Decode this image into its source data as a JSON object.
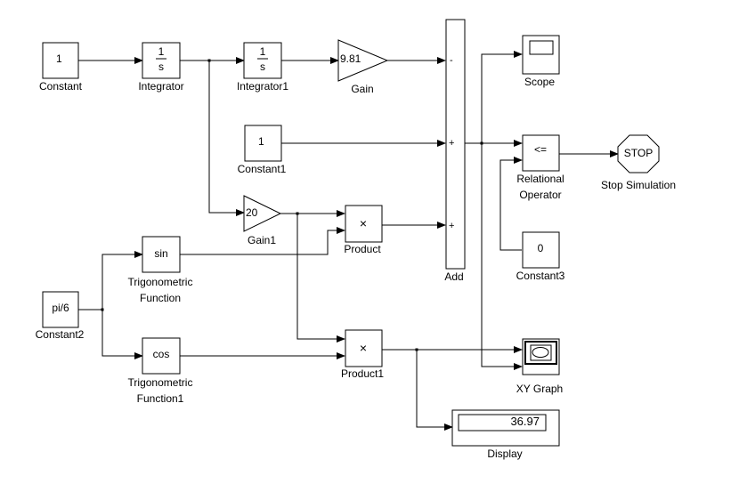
{
  "blocks": {
    "constant": {
      "label": "Constant",
      "value": "1"
    },
    "integrator": {
      "label": "Integrator",
      "num": "1",
      "den": "s"
    },
    "integrator1": {
      "label": "Integrator1",
      "num": "1",
      "den": "s"
    },
    "gain": {
      "label": "Gain",
      "value": "9.81"
    },
    "constant1": {
      "label": "Constant1",
      "value": "1"
    },
    "gain1": {
      "label": "Gain1",
      "value": "20"
    },
    "product": {
      "label": "Product",
      "symbol": "×"
    },
    "sin": {
      "label1": "Trigonometric",
      "label2": "Function",
      "value": "sin"
    },
    "constant2": {
      "label": "Constant2",
      "value": "pi/6"
    },
    "cos": {
      "label1": "Trigonometric",
      "label2": "Function1",
      "value": "cos"
    },
    "product1": {
      "label": "Product1",
      "symbol": "×"
    },
    "add": {
      "label": "Add",
      "signs": [
        "-",
        "+",
        "+"
      ]
    },
    "scope": {
      "label": "Scope"
    },
    "relational": {
      "label1": "Relational",
      "label2": "Operator",
      "value": "<="
    },
    "constant3": {
      "label": "Constant3",
      "value": "0"
    },
    "stop": {
      "label": "Stop Simulation",
      "value": "STOP"
    },
    "xygraph": {
      "label": "XY Graph"
    },
    "display": {
      "label": "Display",
      "value": "36.97"
    }
  }
}
